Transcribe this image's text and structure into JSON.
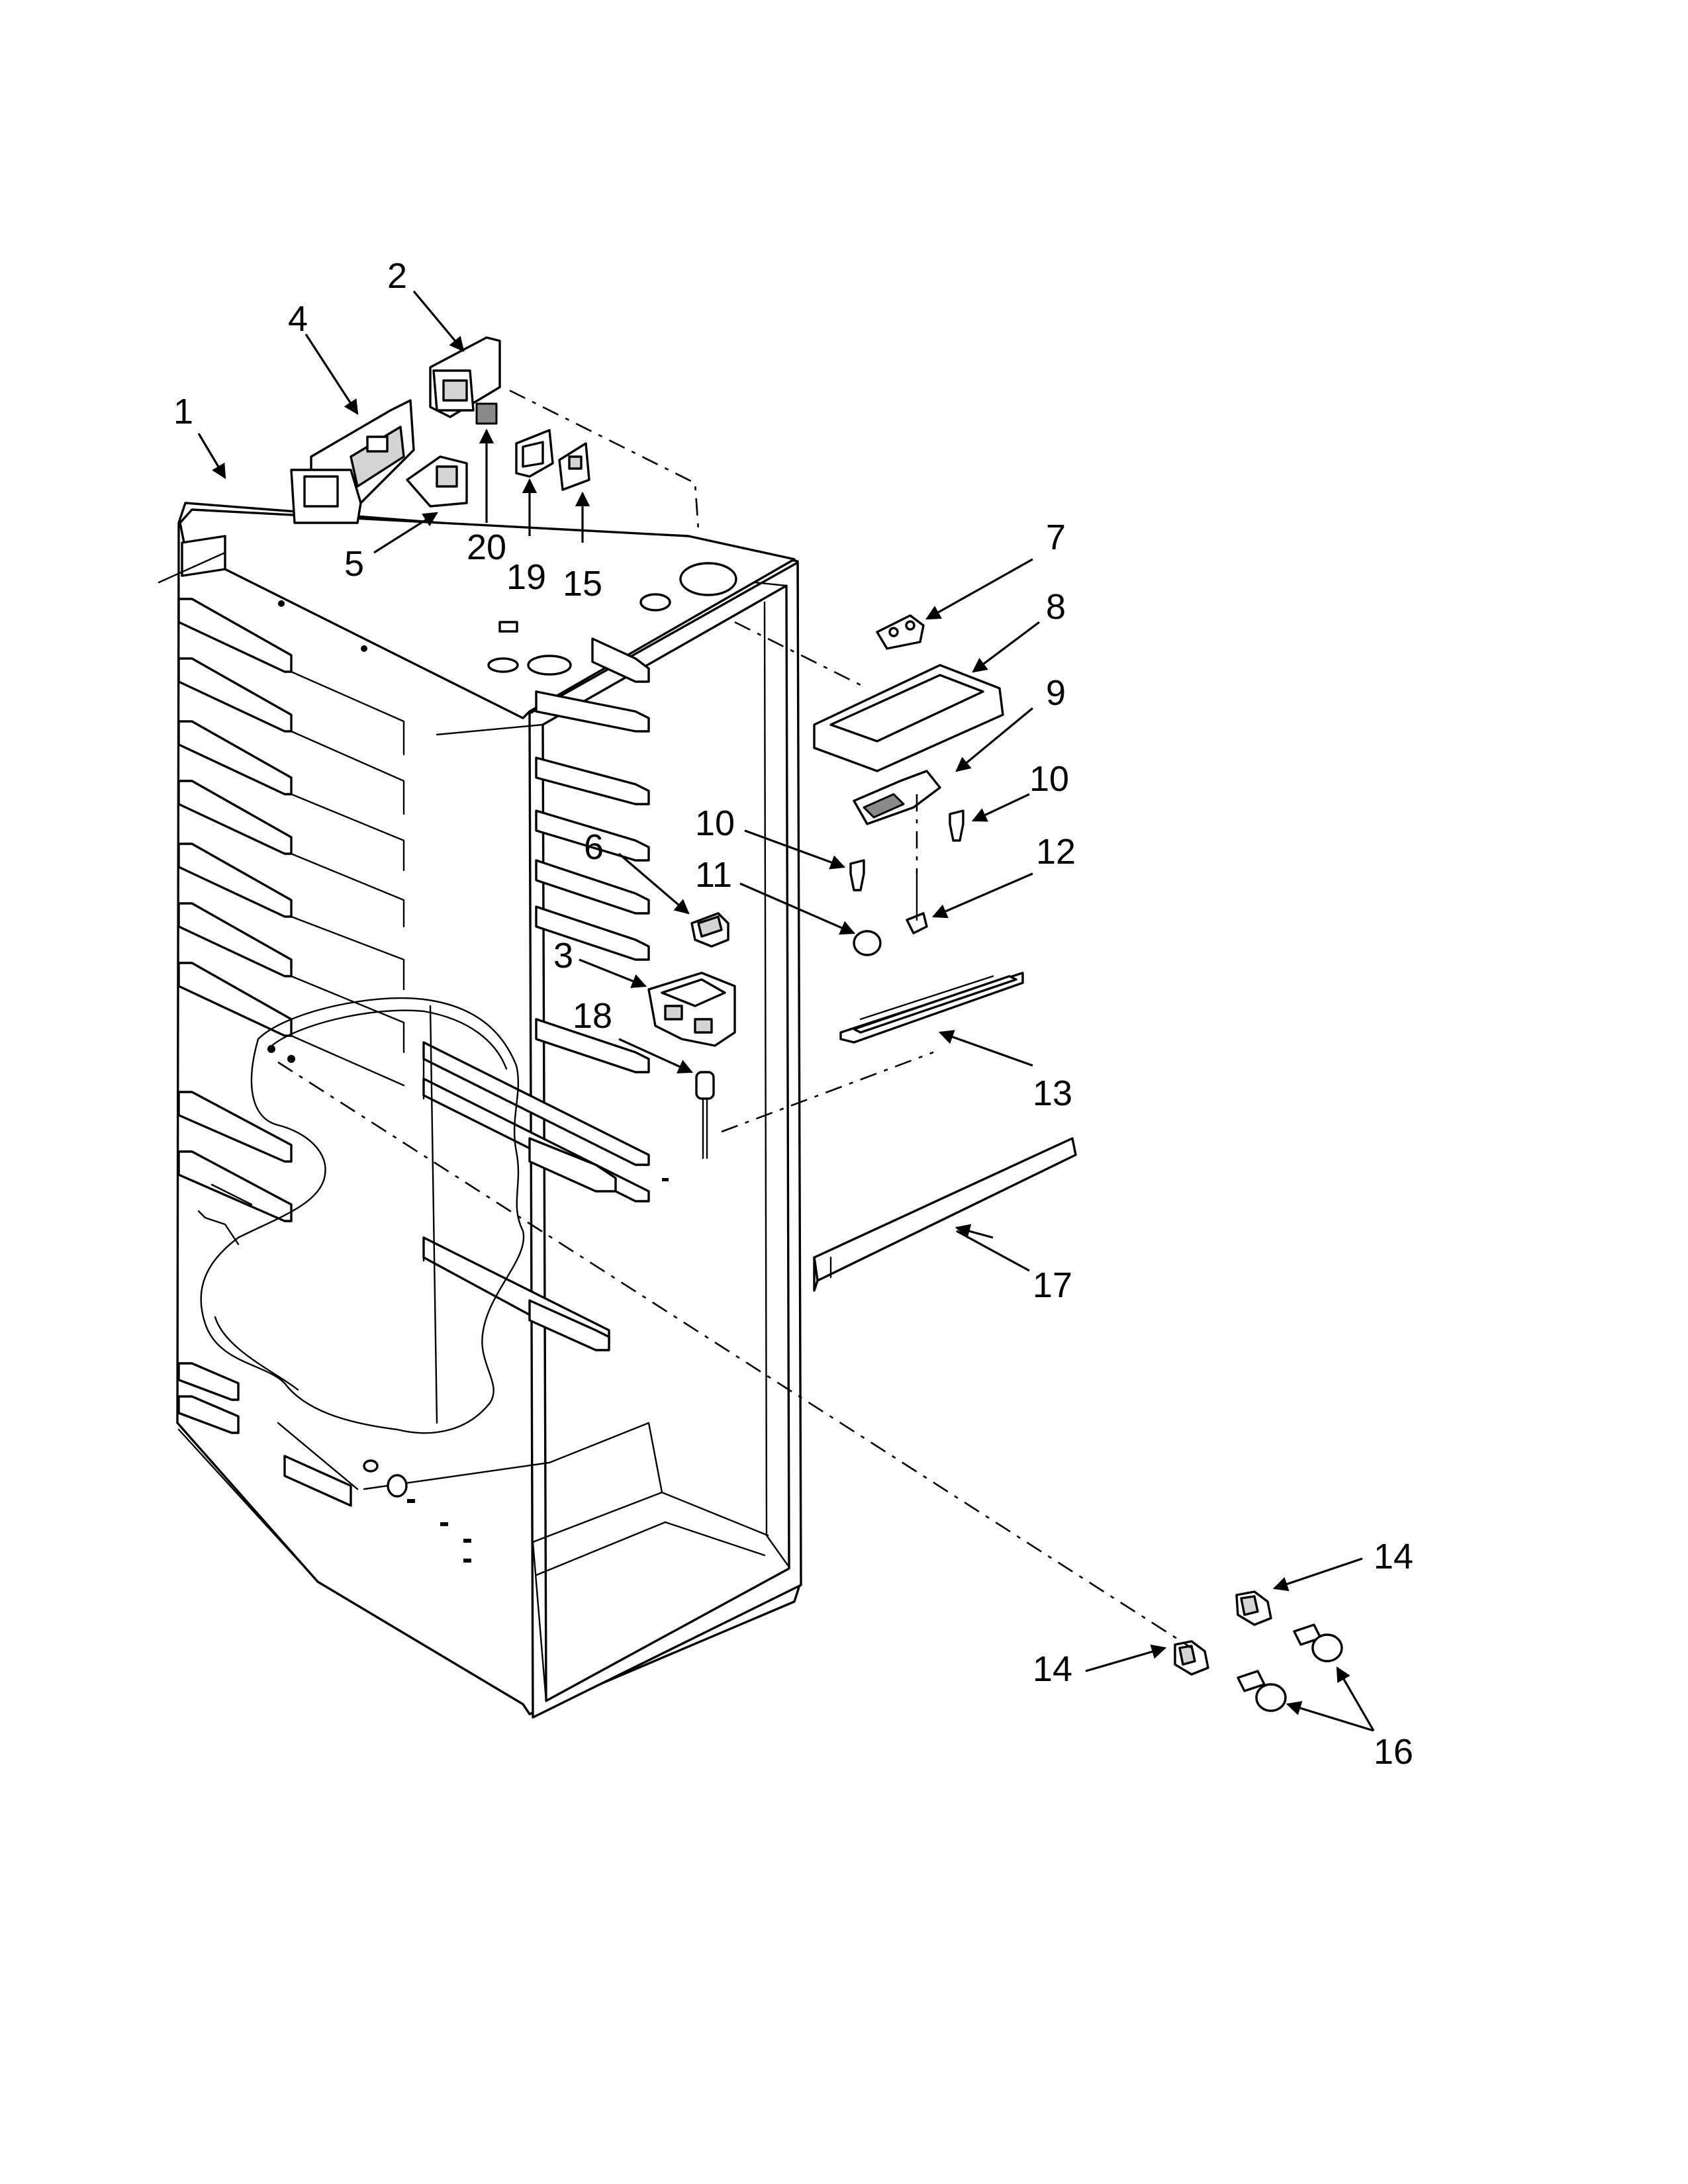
{
  "callouts": [
    {
      "id": "1",
      "label": "1"
    },
    {
      "id": "2",
      "label": "2"
    },
    {
      "id": "3",
      "label": "3"
    },
    {
      "id": "4",
      "label": "4"
    },
    {
      "id": "5",
      "label": "5"
    },
    {
      "id": "6",
      "label": "6"
    },
    {
      "id": "7",
      "label": "7"
    },
    {
      "id": "8",
      "label": "8"
    },
    {
      "id": "9",
      "label": "9"
    },
    {
      "id": "10a",
      "label": "10"
    },
    {
      "id": "10b",
      "label": "10"
    },
    {
      "id": "11",
      "label": "11"
    },
    {
      "id": "12",
      "label": "12"
    },
    {
      "id": "13",
      "label": "13"
    },
    {
      "id": "14a",
      "label": "14"
    },
    {
      "id": "14b",
      "label": "14"
    },
    {
      "id": "15",
      "label": "15"
    },
    {
      "id": "16",
      "label": "16"
    },
    {
      "id": "17",
      "label": "17"
    },
    {
      "id": "18",
      "label": "18"
    },
    {
      "id": "19",
      "label": "19"
    },
    {
      "id": "20",
      "label": "20"
    }
  ]
}
